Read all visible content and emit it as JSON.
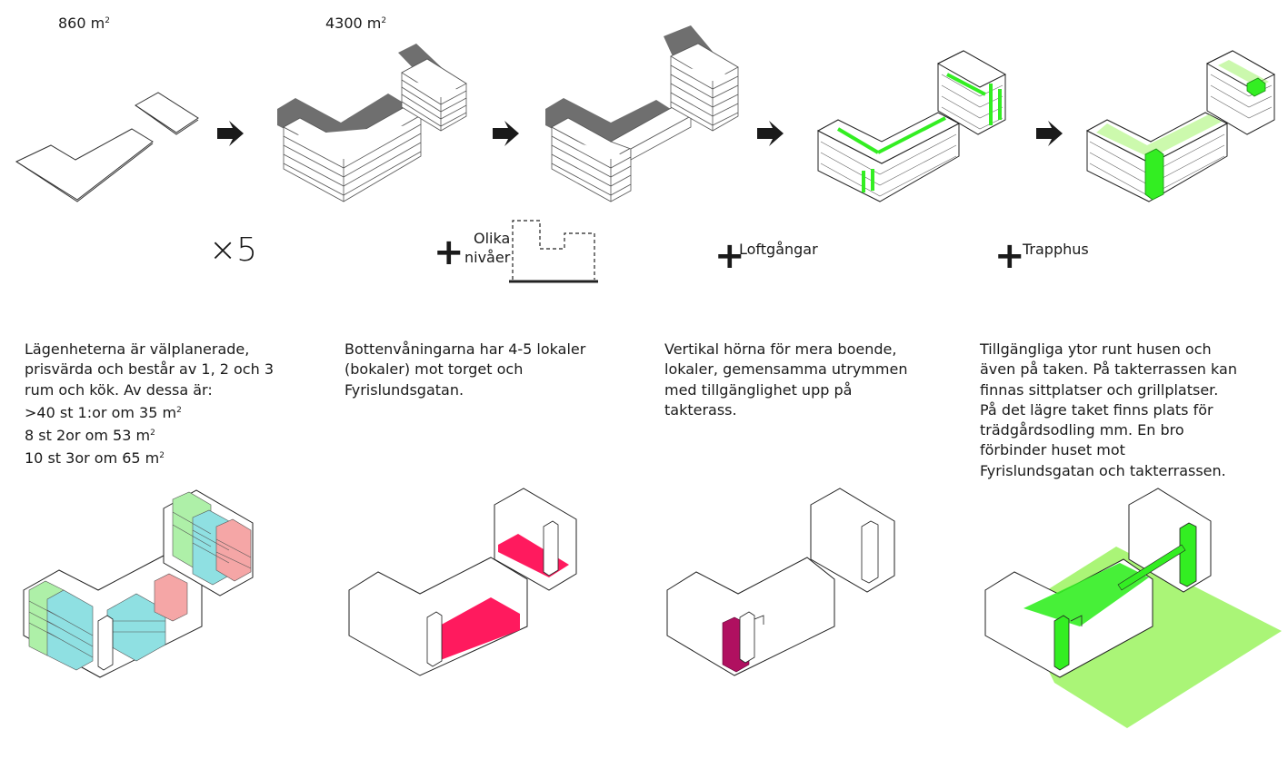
{
  "areas": {
    "site": {
      "number": "860 m",
      "sup": "2"
    },
    "building": {
      "number": "4300 m",
      "sup": "2"
    }
  },
  "multiplier": "×5",
  "steps": {
    "levels": {
      "plus": "+",
      "line1": "Olika",
      "line2": "nivåer"
    },
    "gallery": {
      "plus": "+",
      "label": "Loftgångar"
    },
    "stair": {
      "plus": "+",
      "label": "Trapphus"
    }
  },
  "descriptions": {
    "col1": {
      "l1": "Lägenheterna är välplanerade,",
      "l2": "prisvärda och består av 1, 2 och 3",
      "l3": "rum och kök.  Av dessa är:",
      "l4": ">40 st 1:or om 35 m",
      "l5": "8 st 2or om 53 m",
      "l6": "10 st 3or om 65 m",
      "sup": "2"
    },
    "col2": {
      "l1": "Bottenvåningarna har 4-5 lokaler",
      "l2": "(bokaler) mot torget och",
      "l3": "Fyrislundsgatan."
    },
    "col3": {
      "l1": "Vertikal hörna för mera boende,",
      "l2": "lokaler, gemensamma utrymmen",
      "l3": "med tillgänglighet upp på",
      "l4": "takterass."
    },
    "col4": {
      "l1": "Tillgängliga ytor runt husen och",
      "l2": "även på taken. På takterrassen kan",
      "l3": "finnas sittplatser och grillplatser.",
      "l4": "På det lägre taket finns plats för",
      "l5": "trädgårdsodling mm. En bro",
      "l6": "förbinder huset mot",
      "l7": "Fyrislundsgatan och takterrassen."
    }
  },
  "colors": {
    "one_room": "#aef0a8",
    "two_room": "#8fe0e2",
    "three_room": "#f5a6a6",
    "commercial": "#ff1a5e",
    "corner": "#b01060",
    "green_access": "#33ee22",
    "roof_green": "#aaf577",
    "shadow": "#6f6f6f",
    "arrow": "#1a1a1a"
  },
  "icons": {
    "arrow": "arrow-right-icon",
    "plus": "plus-icon"
  }
}
